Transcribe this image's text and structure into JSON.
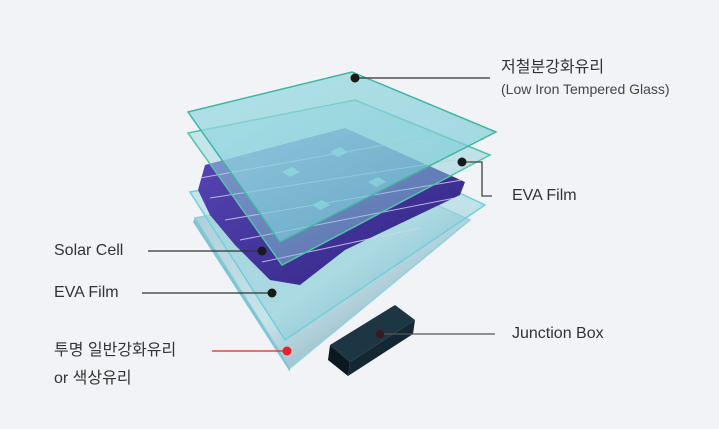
{
  "labels": {
    "top_glass": {
      "title": "저철분강화유리",
      "subtitle": "(Low Iron Tempered Glass)"
    },
    "eva_top": {
      "title": "EVA Film"
    },
    "solar_cell": {
      "title": "Solar Cell"
    },
    "eva_bottom": {
      "title": "EVA Film"
    },
    "back_glass": {
      "line1": "투명 일반강화유리",
      "line2": "or 색상유리"
    },
    "junction_box": {
      "title": "Junction Box"
    }
  },
  "colors": {
    "background": "#f2f3f7",
    "glass": "#8fd3dc",
    "cell": "#4b3aa8",
    "cell_light": "#9a8fd6",
    "leader_line": "#333333",
    "accent_leader": "#e8202a",
    "junction_box": "#12222c"
  }
}
